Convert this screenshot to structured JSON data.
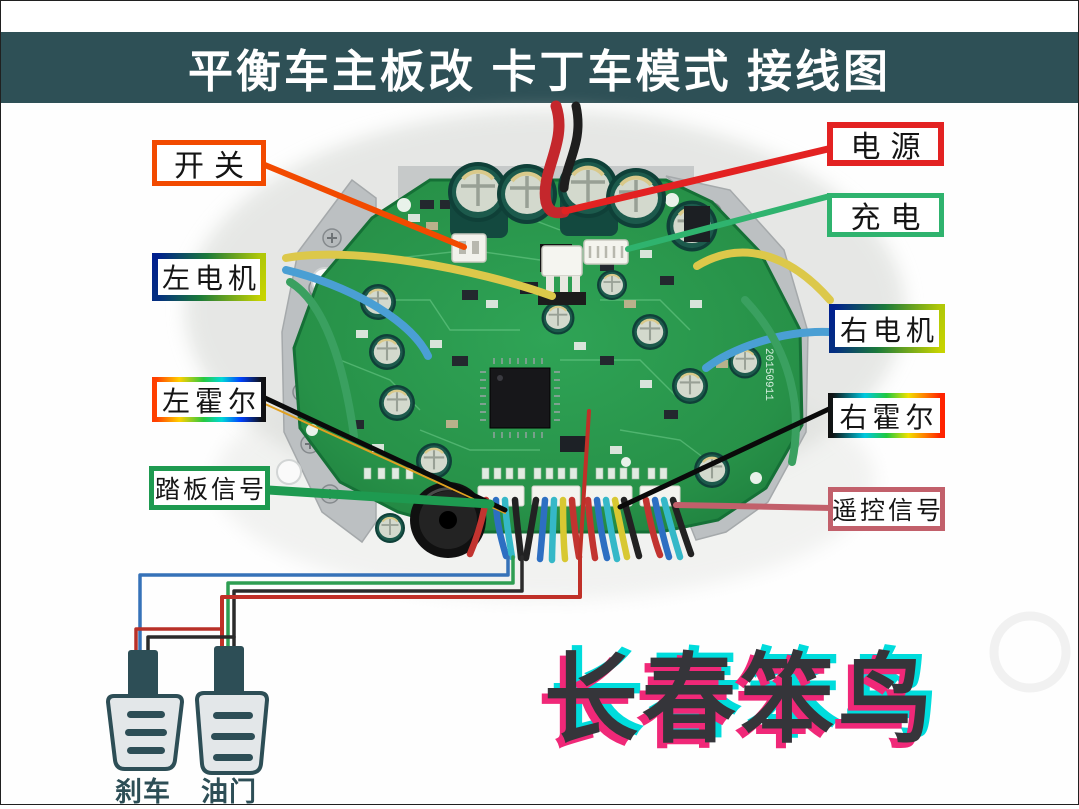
{
  "title": "平衡车主板改 卡丁车模式 接线图",
  "watermark": "长春笨鸟",
  "callouts": {
    "switch": {
      "label": "开关",
      "border": "#f24a00"
    },
    "power": {
      "label": "电源",
      "border": "#e32222"
    },
    "charge": {
      "label": "充电",
      "border": "#2fb36e"
    },
    "left_motor": {
      "label": "左电机",
      "border": "gradient-blue-green-yellow"
    },
    "right_motor": {
      "label": "右电机",
      "border": "gradient-blue-green-yellow"
    },
    "left_hall": {
      "label": "左霍尔",
      "border": "gradient-rainbow"
    },
    "right_hall": {
      "label": "右霍尔",
      "border": "gradient-rainbow-reversed"
    },
    "pedal_signal": {
      "label": "踏板信号",
      "border": "#1e9a50"
    },
    "remote_signal": {
      "label": "遥控信号",
      "border": "#c2606b"
    }
  },
  "pedals": {
    "brake": "刹车",
    "throttle": "油门"
  },
  "board": {
    "silkscreen": "20150911"
  },
  "diagram": {
    "pedal_wires": [
      {
        "pedal": "刹车",
        "wire_colors": [
          "blue",
          "red",
          "black"
        ]
      },
      {
        "pedal": "油门",
        "wire_colors": [
          "red",
          "green",
          "black"
        ]
      }
    ],
    "shared_wires_between_pedals": [
      "red",
      "black"
    ],
    "motor_wire_colors": [
      "yellow",
      "blue",
      "green"
    ],
    "board_connector_wire_colors": [
      "red",
      "blue",
      "cyan",
      "yellow",
      "black"
    ]
  },
  "colors": {
    "title_bar_bg": "#2e5056",
    "title_text": "#ffffff",
    "switch_border": "#f24a00",
    "power_border": "#e32222",
    "charge_border": "#2fb36e",
    "pedal_signal_border": "#1e9a50",
    "remote_signal_border": "#c2606b",
    "motor_border_gradient": [
      "#001f8f",
      "#1b7a3a",
      "#c8d400"
    ],
    "hall_border_gradient": [
      "#ff3c00",
      "#ffd000",
      "#27c840",
      "#00d8d8",
      "#0040ff",
      "#101010"
    ],
    "pcb_green": "#2a9a4e",
    "pedal_color": "#2d4e56",
    "watermark_text": "#35353a",
    "watermark_glitch_pink": "#f02878",
    "watermark_glitch_cyan": "#00dcdc",
    "wire_blue": "#3672b8",
    "wire_green": "#2e9e52",
    "wire_red": "#c03028",
    "wire_black": "#2b2b2b"
  }
}
